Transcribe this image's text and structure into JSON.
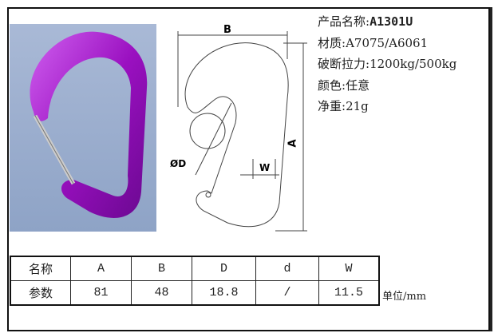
{
  "drawing": {
    "label_b": "B",
    "label_a": "A",
    "label_d": "ØD",
    "label_w": "W"
  },
  "specs": [
    {
      "label": "产品名称:",
      "value": "A1301U"
    },
    {
      "label": "材质:",
      "value": "A7075/A6061"
    },
    {
      "label": "破断拉力:",
      "value": "1200kg/500kg"
    },
    {
      "label": "颜色:",
      "value": "任意"
    },
    {
      "label": "净重:",
      "value": "21g"
    }
  ],
  "table": {
    "headers": [
      "名称",
      "A",
      "B",
      "D",
      "d",
      "W"
    ],
    "values": [
      "参数",
      "81",
      "48",
      "18.8",
      "/",
      "11.5"
    ]
  },
  "unit": "单位/mm",
  "colors": {
    "product": "#a020c8",
    "background": "#9aafce"
  }
}
